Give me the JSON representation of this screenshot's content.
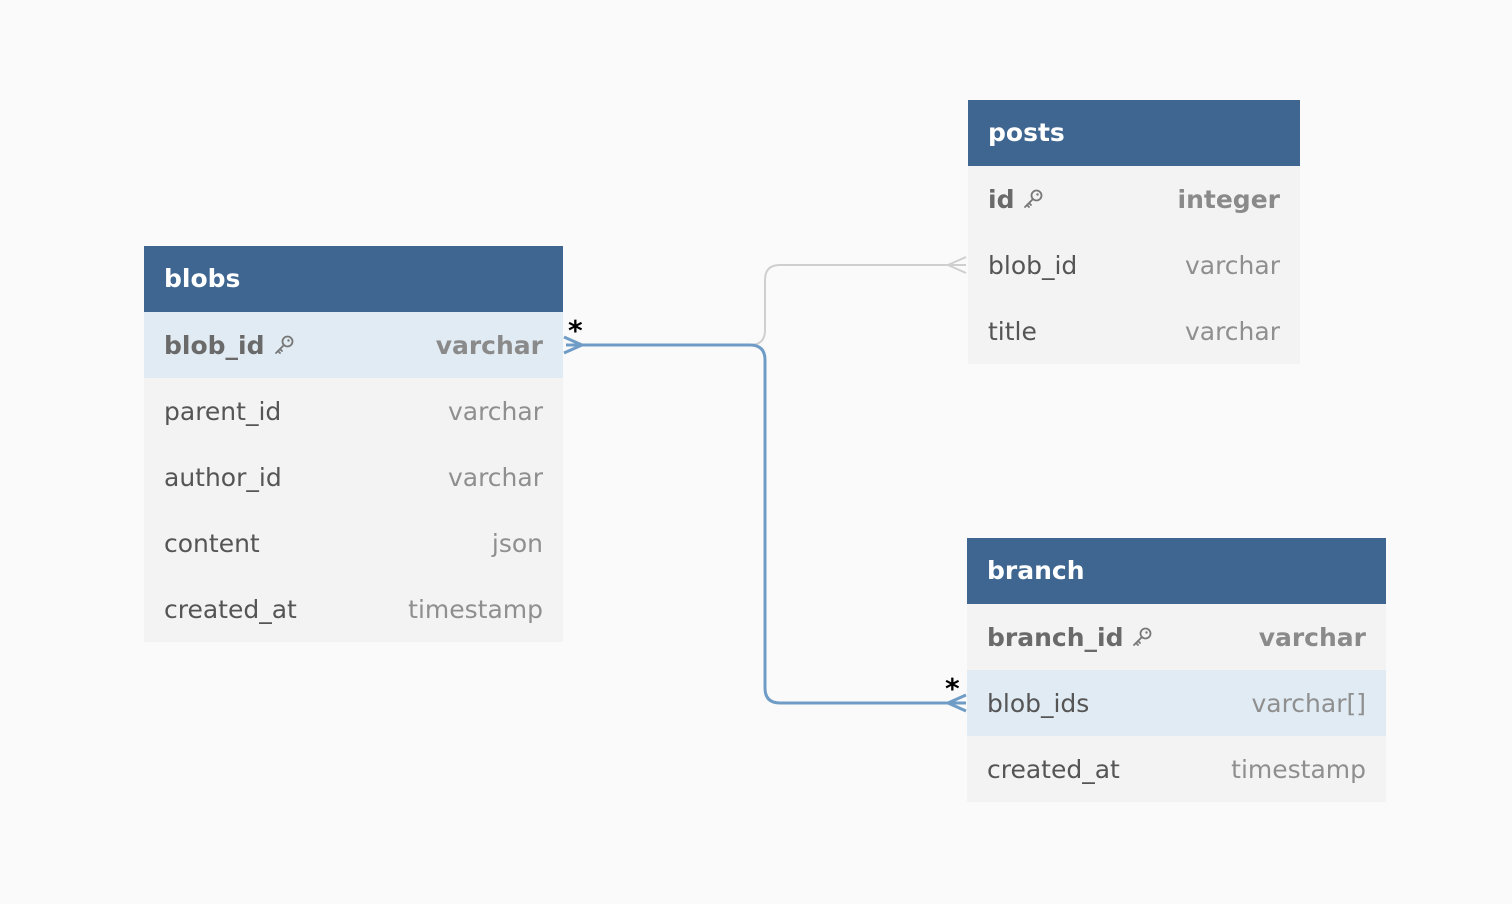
{
  "tables": {
    "blobs": {
      "name": "blobs",
      "fields": [
        {
          "name": "blob_id",
          "type": "varchar",
          "pk": true
        },
        {
          "name": "parent_id",
          "type": "varchar"
        },
        {
          "name": "author_id",
          "type": "varchar"
        },
        {
          "name": "content",
          "type": "json"
        },
        {
          "name": "created_at",
          "type": "timestamp"
        }
      ]
    },
    "posts": {
      "name": "posts",
      "fields": [
        {
          "name": "id",
          "type": "integer",
          "pk": true
        },
        {
          "name": "blob_id",
          "type": "varchar"
        },
        {
          "name": "title",
          "type": "varchar"
        }
      ]
    },
    "branch": {
      "name": "branch",
      "fields": [
        {
          "name": "branch_id",
          "type": "varchar",
          "pk": true
        },
        {
          "name": "blob_ids",
          "type": "varchar[]"
        },
        {
          "name": "created_at",
          "type": "timestamp"
        }
      ]
    }
  },
  "relationships": {
    "blobs_branch": {
      "from": "blobs.blob_id",
      "to": "branch.blob_ids",
      "from_cardinality": "*",
      "to_cardinality": "*",
      "highlighted": true
    },
    "blobs_posts": {
      "from": "blobs.blob_id",
      "to": "posts.blob_id",
      "highlighted": false
    }
  },
  "colors": {
    "header": "#3f6690",
    "highlight_row": "#e1ebf3",
    "relation_active": "#6f9cc6",
    "relation_inactive": "#cfcfcf",
    "background": "#fafafa"
  },
  "icons": {
    "primary_key": "key-icon"
  }
}
